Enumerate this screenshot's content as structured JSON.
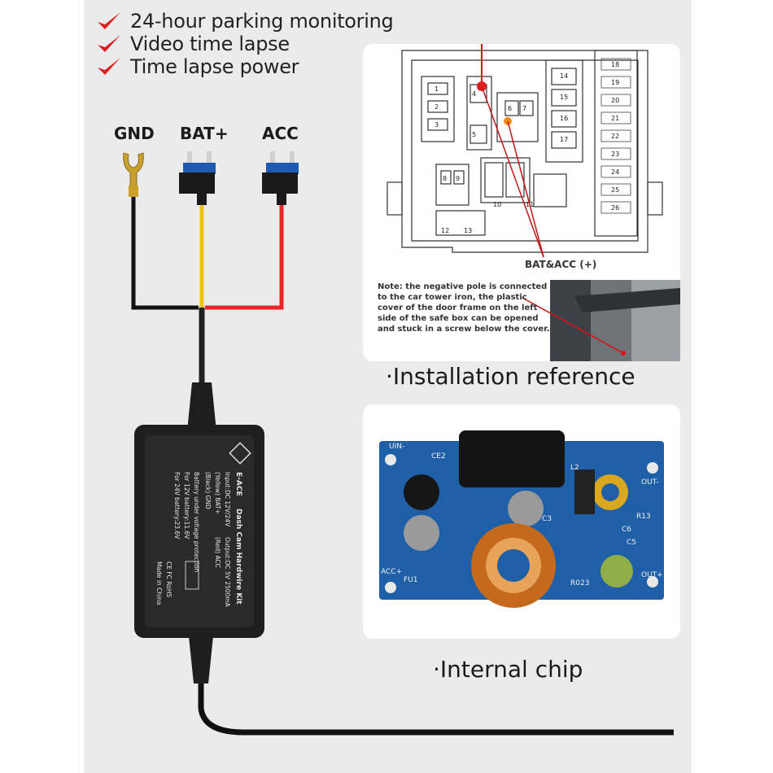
{
  "features": [
    {
      "text": "24-hour parking monitoring"
    },
    {
      "text": "Video time lapse"
    },
    {
      "text": "Time lapse power"
    }
  ],
  "wire_labels": {
    "gnd": "GND",
    "bat": "BAT+",
    "acc": "ACC"
  },
  "installation": {
    "caption": "·Installation reference",
    "bat_acc_label": "BAT&ACC (+)",
    "note": "Note: the negative pole is connected to the car tower iron, the plastic cover of the door frame on the left side of the safe box can be opened and stuck in a screw below the cover.",
    "fuse_numbers": [
      "1",
      "2",
      "3",
      "4",
      "5",
      "6",
      "7",
      "8",
      "9",
      "10",
      "11",
      "12",
      "13"
    ],
    "fuse_column": [
      "18",
      "19",
      "20",
      "21",
      "22",
      "23",
      "24",
      "25",
      "26"
    ],
    "fuse_column_left": [
      "14",
      "15",
      "16",
      "17"
    ]
  },
  "chip": {
    "caption": "·Internal chip",
    "pcb_labels": {
      "uin": "UIN-",
      "ce2": "CE2",
      "l2": "L2",
      "out_minus": "OUT-",
      "acc_plus": "ACC+",
      "fu1": "FU1",
      "out_plus": "OUT+",
      "c3": "C3",
      "c6": "C6",
      "c5": "C5",
      "r13": "R13",
      "r023": "R023"
    }
  },
  "device": {
    "brand": "E-ACE",
    "title": "Dash Cam Hardwire Kit",
    "input": "Input:DC 12V/24V",
    "output": "Output:DC 5V 2500mA",
    "yellow": "(Yellow) BAT+",
    "red": "(Red) ACC",
    "black": "(Black) GND",
    "protection": "Battery under voltage protection",
    "v12": "For 12V battery:11.6V",
    "v24": "For 24V battery:23.6V",
    "made": "Made in China",
    "marks": "CE FC RoHS"
  },
  "colors": {
    "check": "#e02020",
    "yellow_wire": "#f0c020",
    "red_wire": "#e8262a",
    "black_wire": "#111111",
    "fuse_blue": "#1e5bb0",
    "pcb_blue": "#1f5fa8"
  }
}
